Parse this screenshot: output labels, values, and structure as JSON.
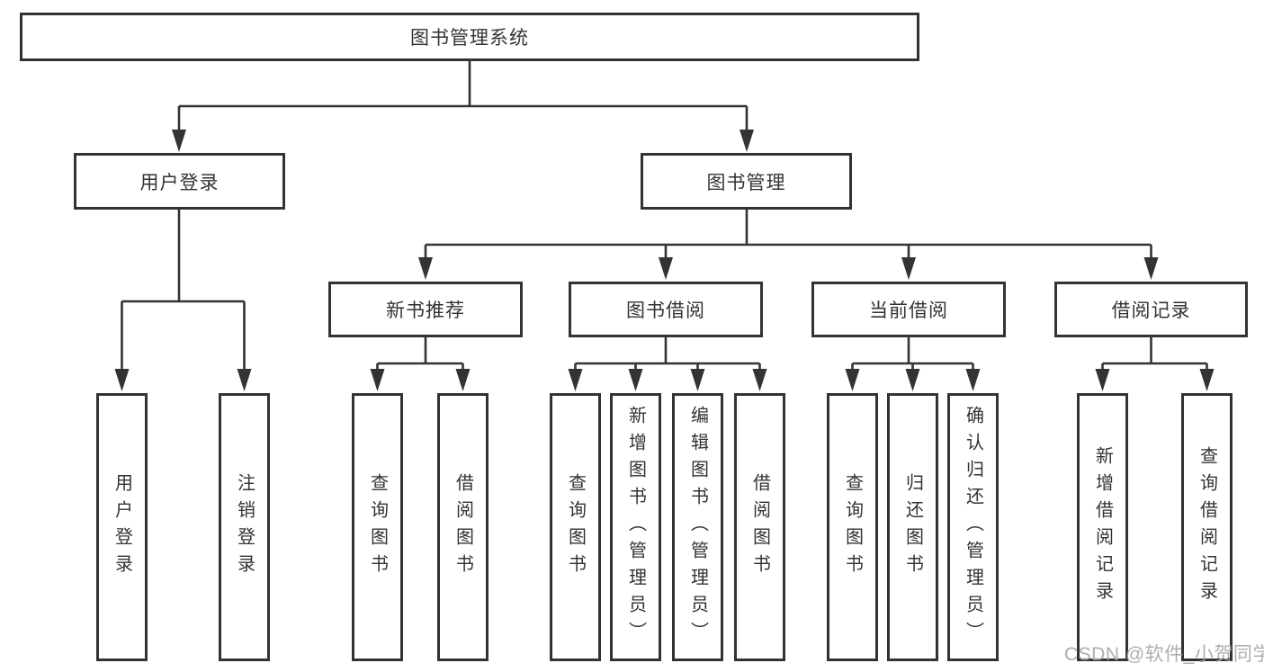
{
  "colors": {
    "line": "#333333",
    "text": "#333333",
    "background": "#ffffff",
    "watermark": "#a8a8a8"
  },
  "watermark": {
    "text": "CSDN @软件_小贺同学"
  },
  "diagram": {
    "type": "tree",
    "root": {
      "label": "图书管理系统",
      "children": [
        {
          "label": "用户登录",
          "children": [
            {
              "label": "用户登录"
            },
            {
              "label": "注销登录"
            }
          ]
        },
        {
          "label": "图书管理",
          "children": [
            {
              "label": "新书推荐",
              "children": [
                {
                  "label": "查询图书"
                },
                {
                  "label": "借阅图书"
                }
              ]
            },
            {
              "label": "图书借阅",
              "children": [
                {
                  "label": "查询图书"
                },
                {
                  "label": "新增图书（管理员）"
                },
                {
                  "label": "编辑图书（管理员）"
                },
                {
                  "label": "借阅图书"
                }
              ]
            },
            {
              "label": "当前借阅",
              "children": [
                {
                  "label": "查询图书"
                },
                {
                  "label": "归还图书"
                },
                {
                  "label": "确认归还（管理员）"
                }
              ]
            },
            {
              "label": "借阅记录",
              "children": [
                {
                  "label": "新增借阅记录"
                },
                {
                  "label": "查询借阅记录"
                }
              ]
            }
          ]
        }
      ]
    }
  }
}
